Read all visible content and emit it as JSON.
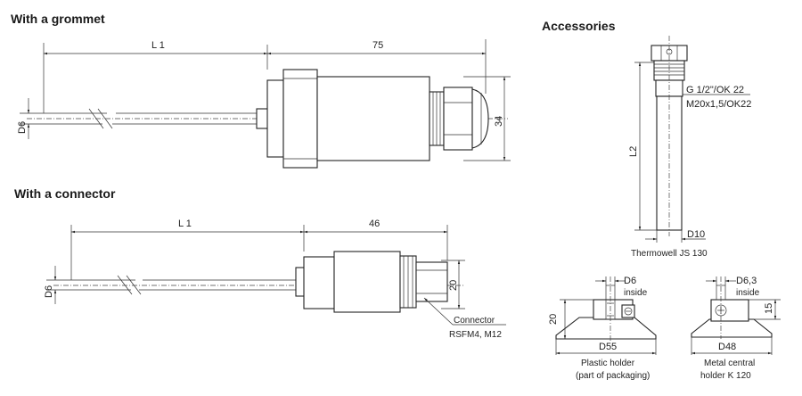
{
  "headings": {
    "grommet": "With a grommet",
    "connector": "With a connector",
    "accessories": "Accessories"
  },
  "grommet": {
    "length_label": "L 1",
    "body_length": "75",
    "diameter": "D6",
    "height": "34"
  },
  "connector": {
    "length_label": "L 1",
    "body_length": "46",
    "diameter": "D6",
    "height": "20",
    "callout_line1": "Connector",
    "callout_line2": "RSFM4, M12"
  },
  "thermowell": {
    "thread_line1": "G 1/2\"/OK 22",
    "thread_line2": "M20x1,5/OK22",
    "length_label": "L2",
    "diameter": "D10",
    "caption": "Thermowell JS 130"
  },
  "plastic_holder": {
    "diameter": "D6",
    "inside": "inside",
    "height": "20",
    "base": "D55",
    "caption_line1": "Plastic holder",
    "caption_line2": "(part of packaging)"
  },
  "metal_holder": {
    "diameter": "D6,3",
    "inside": "inside",
    "height": "15",
    "base": "D48",
    "caption_line1": "Metal central",
    "caption_line2": "holder K 120"
  }
}
